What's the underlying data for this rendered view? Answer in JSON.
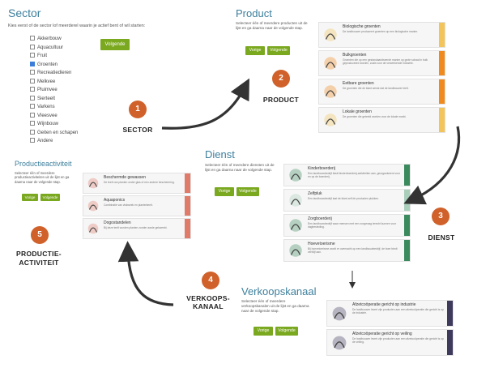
{
  "sector": {
    "title": "Sector",
    "desc": "Kies eerst of de sector lof meerderel waarin je actief bent of wil starten:",
    "button": "Volgende",
    "options": [
      {
        "label": "Akkerbouw",
        "checked": false
      },
      {
        "label": "Aquacultuur",
        "checked": false
      },
      {
        "label": "Fruit",
        "checked": false
      },
      {
        "label": "Groenten",
        "checked": true
      },
      {
        "label": "Recreatiedieren",
        "checked": false
      },
      {
        "label": "Melkvee",
        "checked": false
      },
      {
        "label": "Pluimvee",
        "checked": false
      },
      {
        "label": "Sierteelt",
        "checked": false
      },
      {
        "label": "Varkens",
        "checked": false
      },
      {
        "label": "Vleesvee",
        "checked": false
      },
      {
        "label": "Wijnbouw",
        "checked": false
      },
      {
        "label": "Geiten en schapen",
        "checked": false
      },
      {
        "label": "Andere",
        "checked": false
      }
    ]
  },
  "product": {
    "title": "Product",
    "desc": "Selecteer één of meerdere producten uit de lijst en ga daarna naar de volgende stap.",
    "prev": "Vorige",
    "next": "Volgende",
    "cards": [
      {
        "title": "Biologische groenten",
        "text": "De landbouwer produceert groenten op een biologische manier.",
        "color": "#f2c45a"
      },
      {
        "title": "Bulkgroenten",
        "text": "Groenten die op een gestandaardiseerde manier op grote schaal in bulk geproduceerd worden, zoals voor de verwerkende industrie.",
        "color": "#f08a1e"
      },
      {
        "title": "Eetbare groenten",
        "text": "De groenten die de klant wenst dat de landbouwer teelt.",
        "color": "#f08a1e"
      },
      {
        "title": "Lokale groenten",
        "text": "De groenten die geteeld worden voor de lokale markt.",
        "color": "#f2c45a"
      }
    ]
  },
  "dienst": {
    "title": "Dienst",
    "desc": "Selecteer één of meerdere diensten uit de lijst en ga daarna naar de volgende stap.",
    "prev": "Vorige",
    "next": "Volgende",
    "cards": [
      {
        "title": "Kinderboerderij",
        "text": "Een landbouwbedrijf biedt kinderboerderij-activiteiten aan, georganiseerd voor en op de boerderij.",
        "color": "#3b8a5e"
      },
      {
        "title": "Zelfpluk",
        "text": "Een landbouwbedrijf laat de klant zelf de producten plukken.",
        "color": "#a9cfbb"
      },
      {
        "title": "Zorgboerderij",
        "text": "Een landbouwbedrijf waar mensen met een zorgvraag terecht kunnen voor dagbesteding.",
        "color": "#3b8a5e"
      },
      {
        "title": "Hoevetoerisme",
        "text": "Bij hoevetoerisme wordt er overnacht op een landbouwbedrijf, de boer biedt verblijf aan.",
        "color": "#3b8a5e"
      }
    ]
  },
  "verkoopskanaal": {
    "title": "Verkoopskanaal",
    "desc": "Selecteer één of meerdere verkoopskanalen uit de lijst en ga daarna naar de volgende stap.",
    "prev": "Vorige",
    "next": "Volgende",
    "cards": [
      {
        "title": "Afzetcoöperatie gericht op industrie",
        "text": "De landbouwer levert zijn producten aan een afzetcoöperatie die gericht is op de industrie.",
        "color": "#3e3a5c"
      },
      {
        "title": "Afzetcoöperatie gericht op veiling",
        "text": "De landbouwer levert zijn producten aan een afzetcoöperatie die gericht is op de veiling.",
        "color": "#3e3a5c"
      }
    ]
  },
  "productieactiviteit": {
    "title": "Productieactiviteit",
    "desc": "Selecteer één of meerdere productieactiviteiten uit de lijst en ga daarna naar de volgende stap.",
    "prev": "Vorige",
    "next": "Volgende",
    "cards": [
      {
        "title": "Beschermde gewassen",
        "text": "De teelt van planten onder glas of een andere bescherming.",
        "color": "#e07b6a"
      },
      {
        "title": "Aquaponics",
        "text": "Combinatie van viskweek en plantenteelt.",
        "color": "#e07b6a"
      },
      {
        "title": "Dogostandelen",
        "text": "Bij deze teelt worden planten zonder aarde gekweekt.",
        "color": "#e07b6a"
      }
    ]
  },
  "steps": [
    {
      "num": "1",
      "label": "SECTOR"
    },
    {
      "num": "2",
      "label": "PRODUCT"
    },
    {
      "num": "3",
      "label": "DIENST"
    },
    {
      "num": "4",
      "label": "VERKOOPS-\nKANAAL"
    },
    {
      "num": "5",
      "label": "PRODUCTIE-\nACTIVITEIT"
    }
  ]
}
